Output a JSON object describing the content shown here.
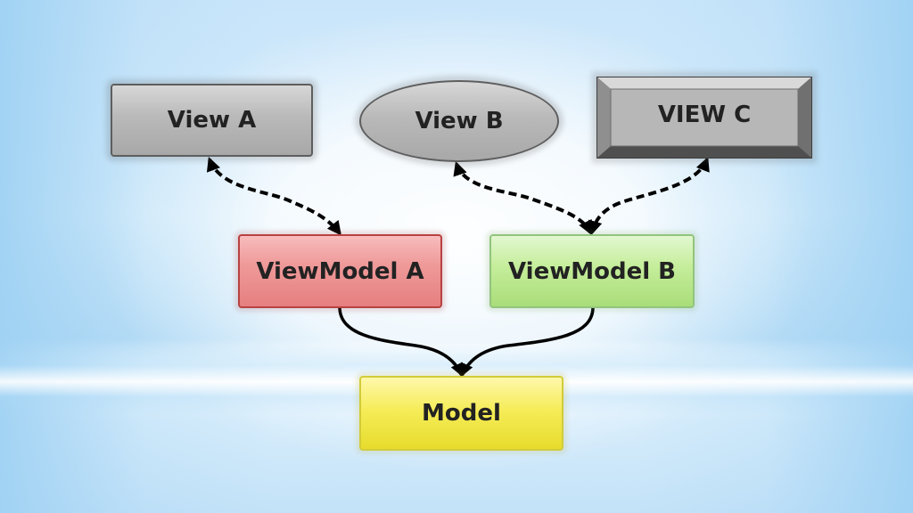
{
  "diagram": {
    "nodes": {
      "view_a": "View A",
      "view_b": "View B",
      "view_c": "VIEW C",
      "viewmodel_a": "ViewModel A",
      "viewmodel_b": "ViewModel B",
      "model": "Model"
    },
    "edges": [
      {
        "from": "View A",
        "to": "ViewModel A",
        "style": "dashed",
        "direction": "both"
      },
      {
        "from": "View B",
        "to": "ViewModel B",
        "style": "dashed",
        "direction": "both"
      },
      {
        "from": "VIEW C",
        "to": "ViewModel B",
        "style": "dashed",
        "direction": "both"
      },
      {
        "from": "ViewModel A",
        "to": "Model",
        "style": "solid",
        "direction": "to"
      },
      {
        "from": "ViewModel B",
        "to": "Model",
        "style": "solid",
        "direction": "to"
      }
    ],
    "colors": {
      "view": "#b9b9b9",
      "viewmodel_a": "#ef9a9a",
      "viewmodel_b": "#c6ee9c",
      "model": "#f5ec58",
      "connector": "#000000"
    }
  }
}
